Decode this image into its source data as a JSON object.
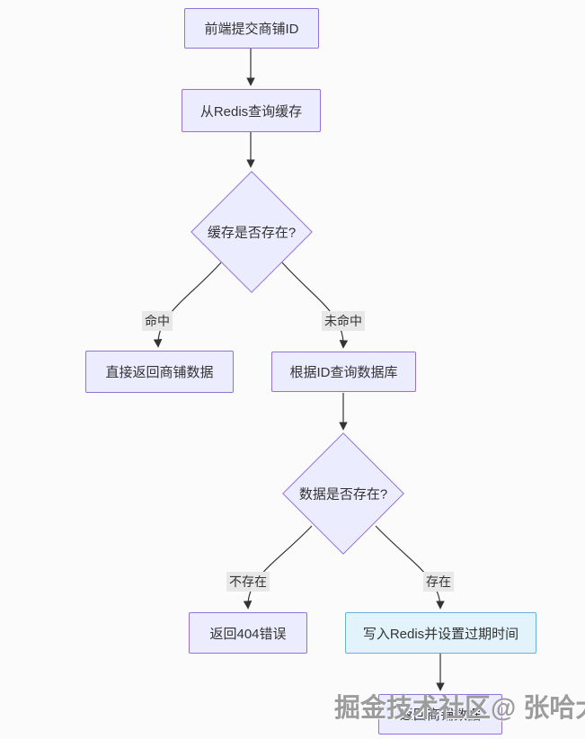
{
  "diagram": {
    "type": "flowchart",
    "direction": "top-down",
    "nodes": {
      "submit": {
        "label": "前端提交商铺ID",
        "shape": "rect"
      },
      "query_cache": {
        "label": "从Redis查询缓存",
        "shape": "rect"
      },
      "cache_exists": {
        "label": "缓存是否存在?",
        "shape": "diamond"
      },
      "return_direct": {
        "label": "直接返回商铺数据",
        "shape": "rect"
      },
      "query_db": {
        "label": "根据ID查询数据库",
        "shape": "rect"
      },
      "data_exists": {
        "label": "数据是否存在?",
        "shape": "diamond"
      },
      "return_404": {
        "label": "返回404错误",
        "shape": "rect"
      },
      "write_redis": {
        "label": "写入Redis并设置过期时间",
        "shape": "rect",
        "highlighted": true
      },
      "return_data": {
        "label": "返回商铺数据",
        "shape": "rect"
      }
    },
    "edges": [
      {
        "from": "submit",
        "to": "query_cache",
        "label": ""
      },
      {
        "from": "query_cache",
        "to": "cache_exists",
        "label": ""
      },
      {
        "from": "cache_exists",
        "to": "return_direct",
        "label": "命中"
      },
      {
        "from": "cache_exists",
        "to": "query_db",
        "label": "未命中"
      },
      {
        "from": "query_db",
        "to": "data_exists",
        "label": ""
      },
      {
        "from": "data_exists",
        "to": "return_404",
        "label": "不存在"
      },
      {
        "from": "data_exists",
        "to": "write_redis",
        "label": "存在"
      },
      {
        "from": "write_redis",
        "to": "return_data",
        "label": ""
      }
    ],
    "edge_labels": {
      "hit": "命中",
      "miss": "未命中",
      "not_exist": "不存在",
      "exist": "存在"
    },
    "colors": {
      "background": "#fbfbfb",
      "node_fill": "#ececff",
      "node_border": "#9370db",
      "highlight_fill": "#e3f3fc",
      "highlight_border": "#68b0da",
      "edge_line": "#333333",
      "edge_label_bg": "#e8e8e8",
      "text": "#333333",
      "watermark_color": "#9c9c9c"
    }
  },
  "watermark": {
    "text": "掘金技术社区@ 张哈大"
  }
}
